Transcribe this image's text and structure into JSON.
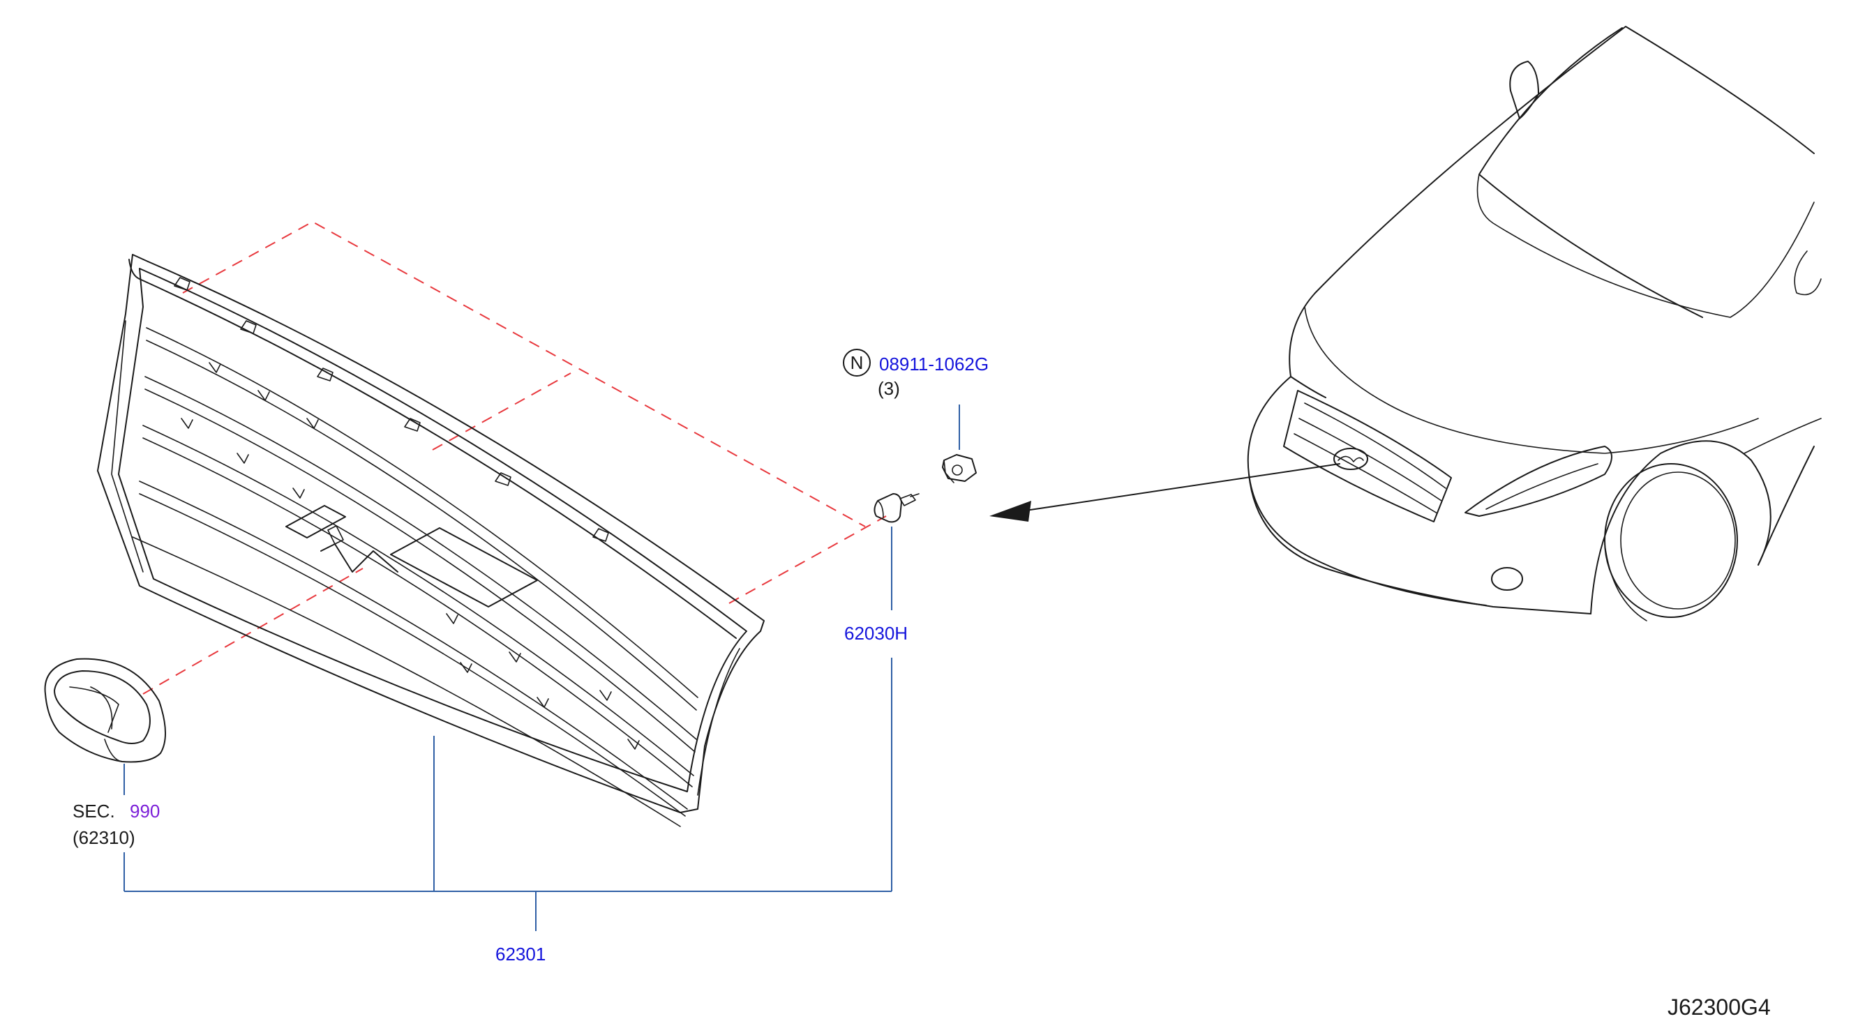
{
  "colors": {
    "part_link": "#1414dc",
    "section_link": "#7b1fd8",
    "leader_line": "#2f5fa5",
    "dashed_guide": "#e8383d",
    "line_art": "#1a1a1a"
  },
  "labels": {
    "nut_marker": "N",
    "nut_part": "08911-1062G",
    "nut_qty": "(3)",
    "clip_part": "62030H",
    "sec_prefix": "SEC.",
    "sec_number": "990",
    "emblem_ref": "(62310)",
    "grille_part": "62301",
    "diagram_code": "J62300G4"
  }
}
